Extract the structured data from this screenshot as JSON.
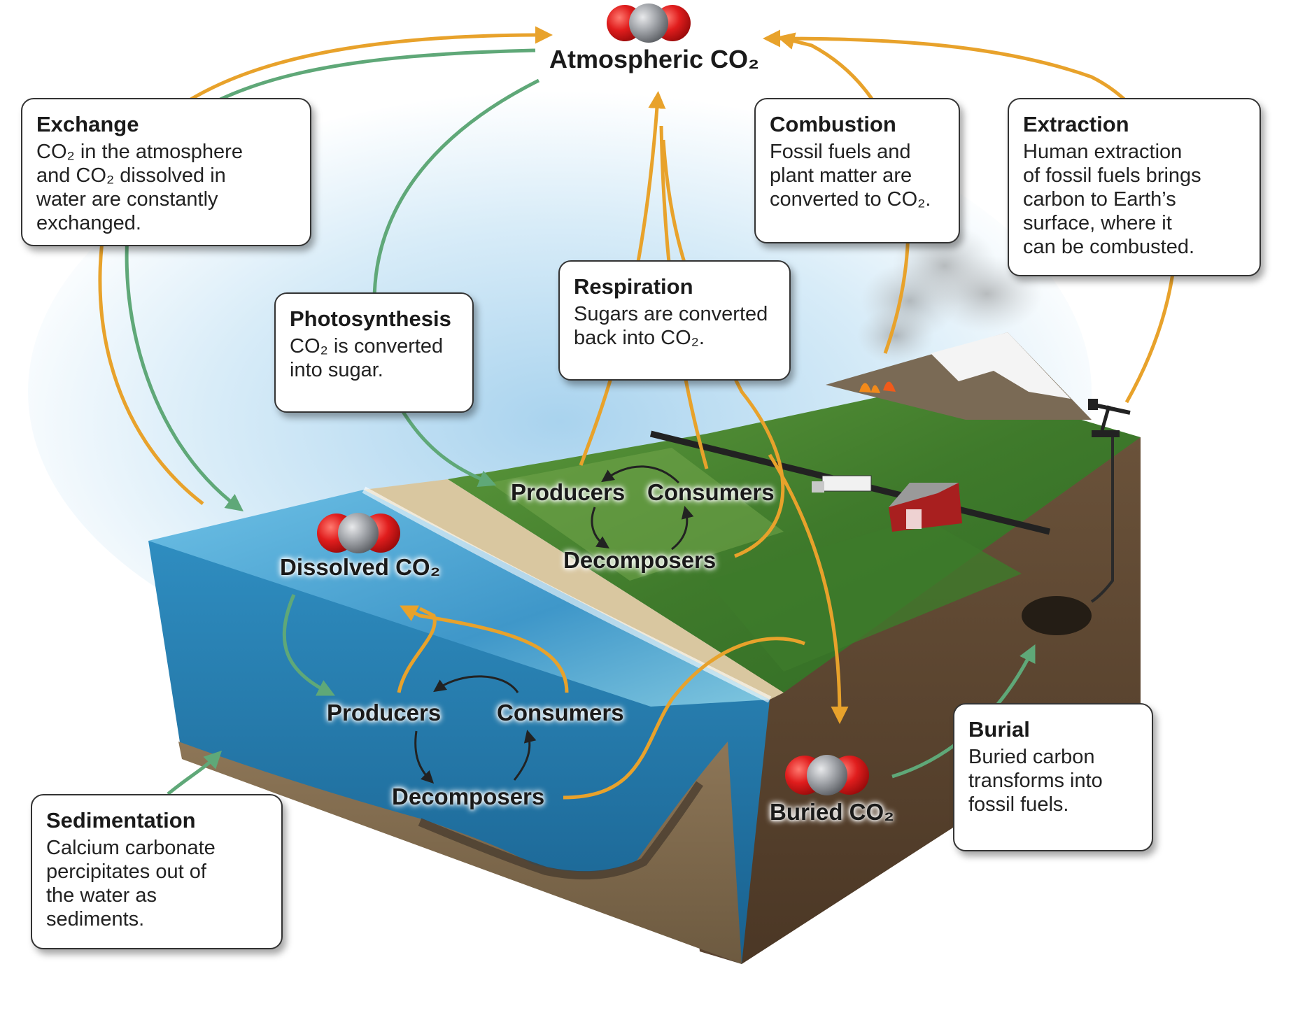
{
  "atmosphere": {
    "label": "Atmospheric CO₂"
  },
  "callouts": {
    "exchange": {
      "title": "Exchange",
      "text": "CO₂ in the atmosphere\nand CO₂ dissolved in\nwater are constantly\nexchanged."
    },
    "photosynthesis": {
      "title": "Photosynthesis",
      "text": "CO₂ is converted\ninto sugar."
    },
    "respiration": {
      "title": "Respiration",
      "text": "Sugars are converted\nback into CO₂."
    },
    "combustion": {
      "title": "Combustion",
      "text": "Fossil fuels and\nplant matter are\nconverted to CO₂."
    },
    "extraction": {
      "title": "Extraction",
      "text": "Human extraction\nof fossil fuels brings\ncarbon to Earth’s\nsurface, where it\ncan be combusted."
    },
    "burial": {
      "title": "Burial",
      "text": "Buried carbon\ntransforms into\nfossil fuels."
    },
    "sedimentation": {
      "title": "Sedimentation",
      "text": "Calcium carbonate\npercipitates out of\nthe water as\nsediments."
    }
  },
  "land_cycle": {
    "producers": "Producers",
    "consumers": "Consumers",
    "decomposers": "Decomposers"
  },
  "ocean_cycle": {
    "dissolved": "Dissolved CO₂",
    "producers": "Producers",
    "consumers": "Consumers",
    "decomposers": "Decomposers"
  },
  "underground": {
    "buried": "Buried CO₂"
  },
  "colors": {
    "orange_arrow": "#e8a22b",
    "green_arrow": "#5fa878",
    "ocean": "#2e86b8",
    "land": "#4c8a32",
    "soil": "#5e4630",
    "oxygen": "#d8191c",
    "carbon": "#8e9196"
  }
}
